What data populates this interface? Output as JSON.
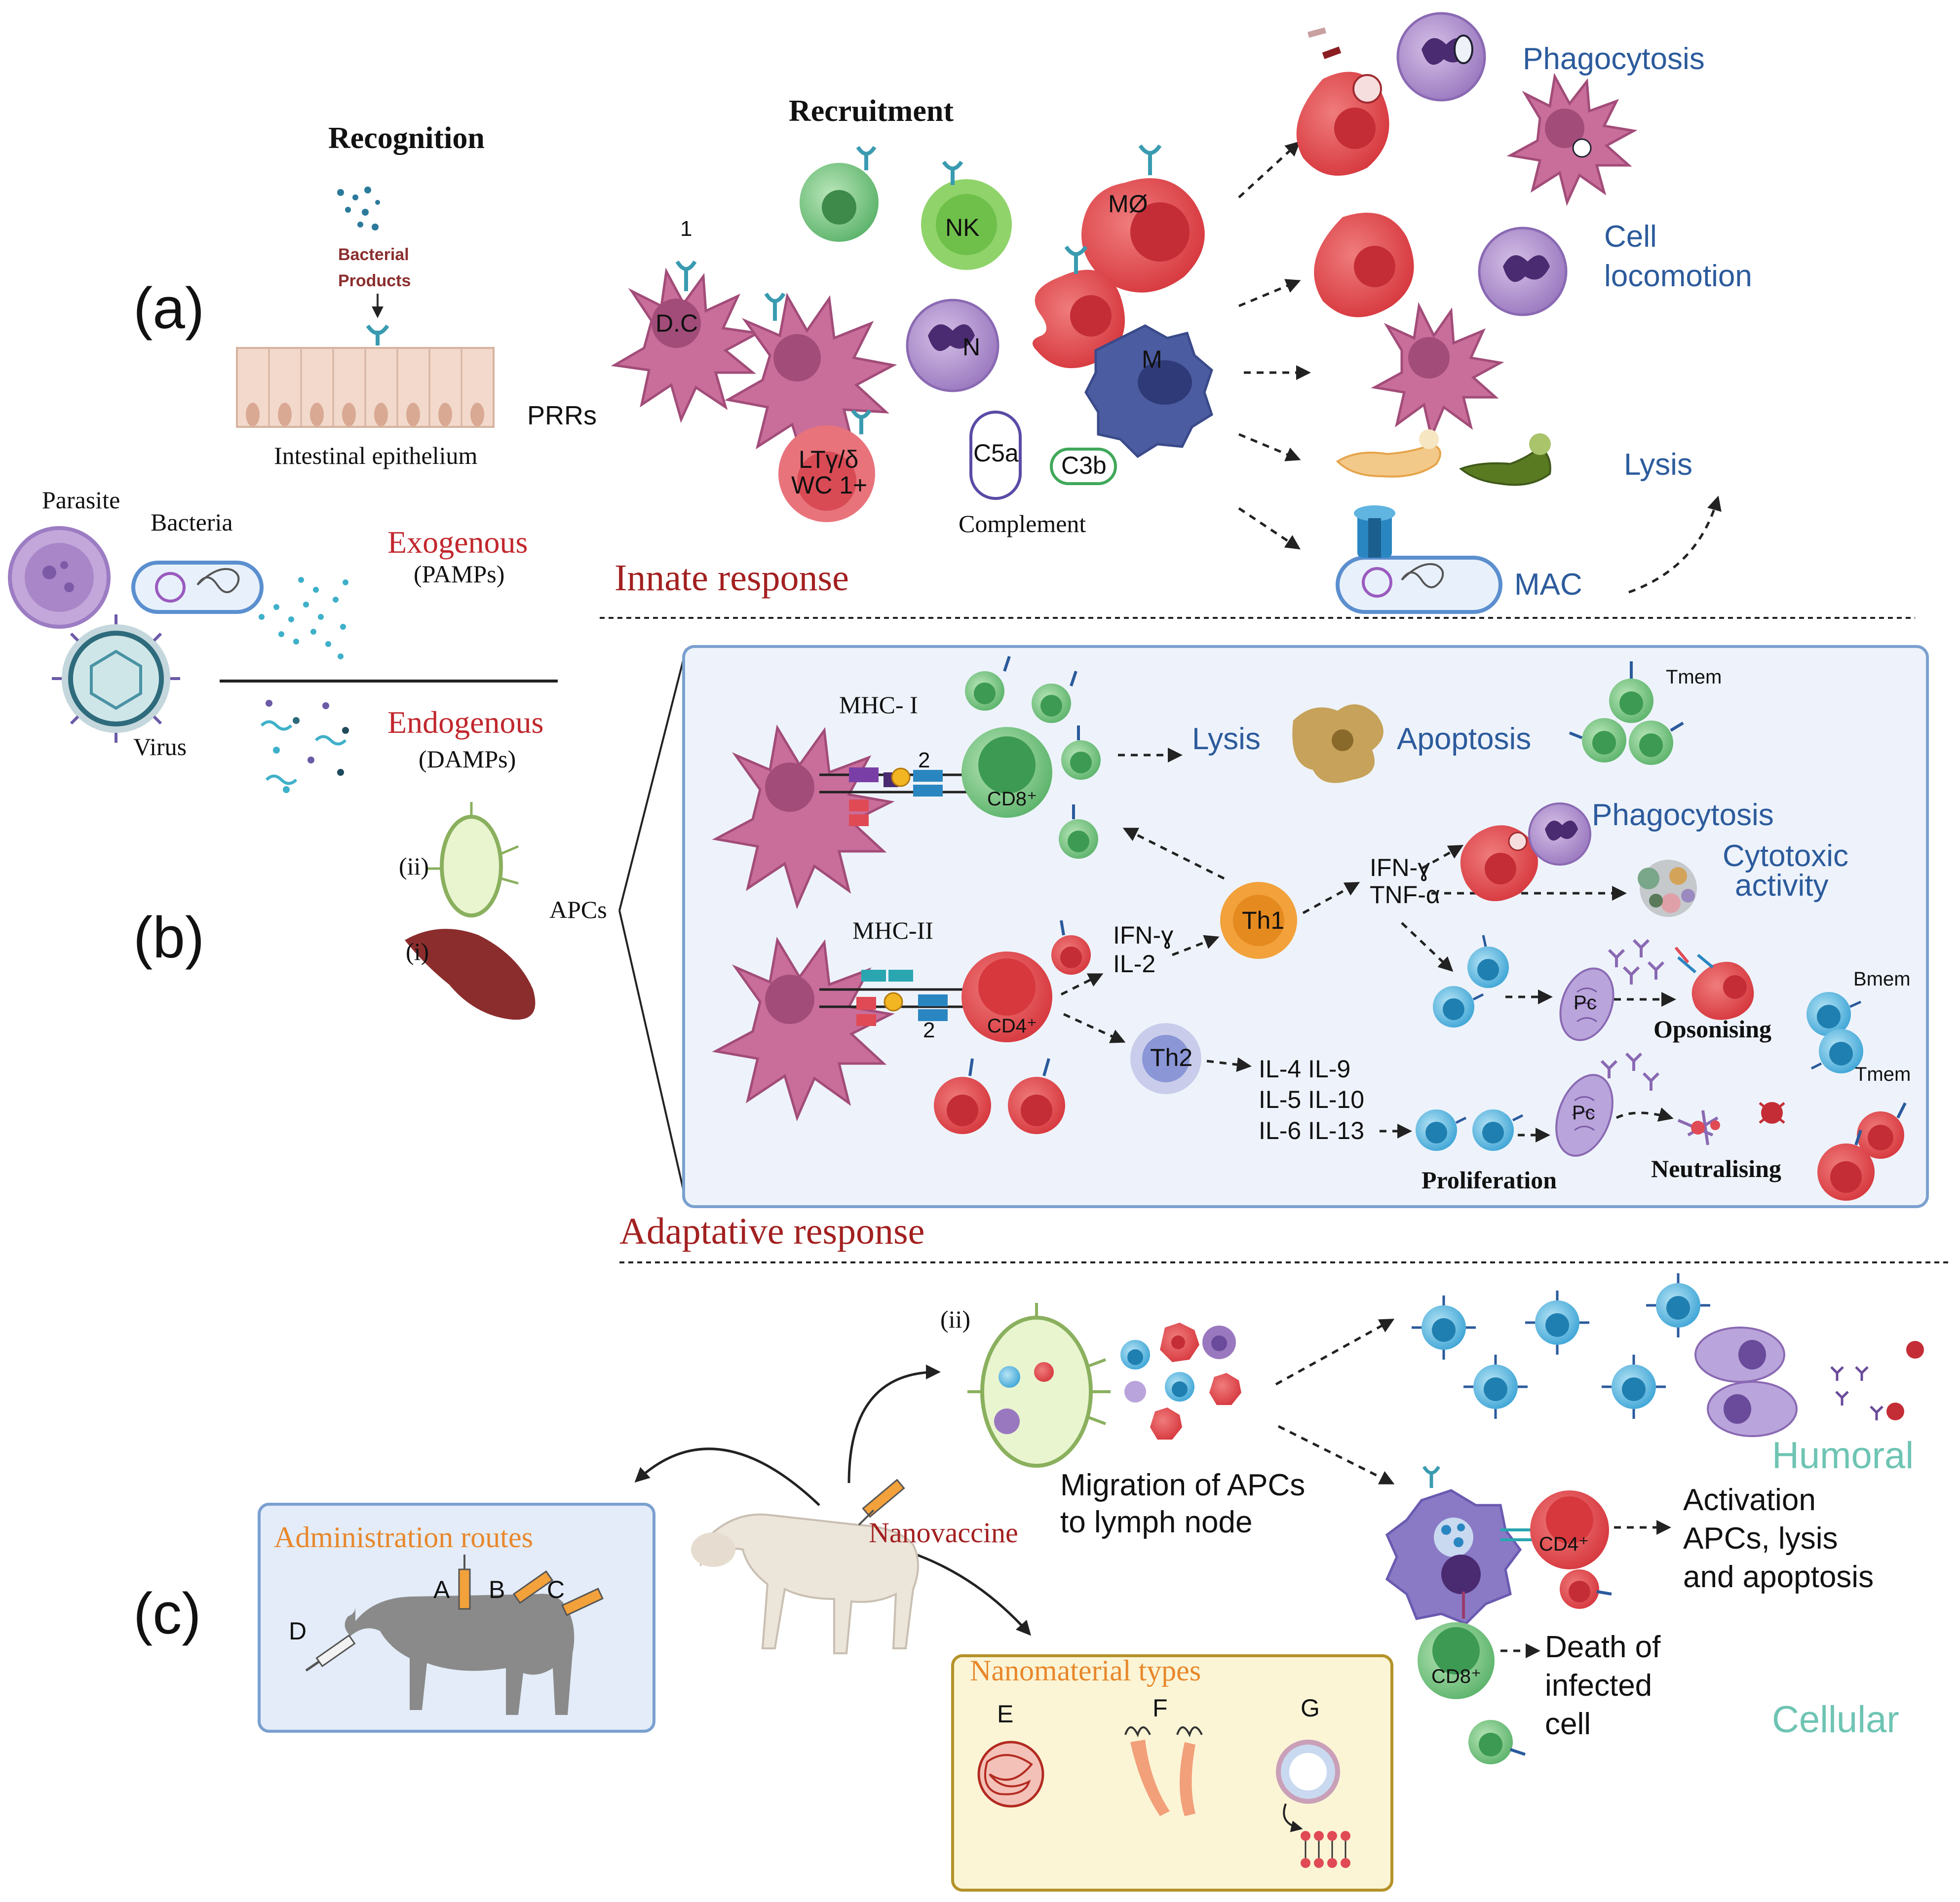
{
  "panels": {
    "a": "(a)",
    "b": "(b)",
    "c": "(c)"
  },
  "panel_a": {
    "recognition": "Recognition",
    "bacterial_products_line1": "Bacterial",
    "bacterial_products_line2": "Products",
    "intestinal_epithelium": "Intestinal epithelium",
    "parasite": "Parasite",
    "bacteria": "Bacteria",
    "virus": "Virus",
    "exogenous": "Exogenous",
    "pamps": "(PAMPs)",
    "endogenous": "Endogenous",
    "damps": "(DAMPs)",
    "prrs": "PRRs",
    "recruitment": "Recruitment",
    "marker_1": "1",
    "cells": {
      "dc": "D.C",
      "nk": "NK",
      "mo": "MØ",
      "n": "N",
      "m": "M",
      "lt_line1": "LTγ/δ",
      "lt_line2": "WC 1+",
      "c5a": "C5a",
      "c3b": "C3b"
    },
    "complement": "Complement",
    "phagocytosis": "Phagocytosis",
    "cell_locomotion_line1": "Cell",
    "cell_locomotion_line2": "locomotion",
    "lysis": "Lysis",
    "mac": "MAC",
    "innate_response": "Innate response"
  },
  "panel_b": {
    "apcs": "APCs",
    "organ_ii": "(ii)",
    "organ_i": "(i)",
    "mhc1": "MHC- I",
    "mhc2": "MHC-II",
    "marker_2a": "2",
    "marker_2b": "2",
    "cd8": "CD8⁺",
    "cd4": "CD4⁺",
    "lysis": "Lysis",
    "apoptosis": "Apoptosis",
    "tmem_top": "Tmem",
    "th1": "Th1",
    "th2": "Th2",
    "ifn_il2_line1": "IFN-ɣ",
    "ifn_il2_line2": "IL-2",
    "ifn_tnf_line1": "IFN-ɣ",
    "ifn_tnf_line2": "TNF-α",
    "phagocytosis": "Phagocytosis",
    "cytotoxic_line1": "Cytotoxic",
    "cytotoxic_line2": "activity",
    "pc": "Pc",
    "opsonising": "Opsonising",
    "bmem": "Bmem",
    "tmem_bottom": "Tmem",
    "il_line1": "IL-4  IL-9",
    "il_line2": "IL-5  IL-10",
    "il_line3": "IL-6  IL-13",
    "proliferation": "Proliferation",
    "neutralising": "Neutralising",
    "adaptative_response": "Adaptative response"
  },
  "panel_c": {
    "lymph_ii": "(ii)",
    "migration_line1": "Migration of APCs",
    "migration_line2": "to lymph node",
    "humoral": "Humoral",
    "cellular": "Cellular",
    "activation_line1": "Activation",
    "activation_line2": "APCs, lysis",
    "activation_line3": "and  apoptosis",
    "death_line1": "Death of",
    "death_line2": "infected",
    "death_line3": "cell",
    "cd4": "CD4⁺",
    "cd8": "CD8⁺",
    "nanovaccine": "Nanovaccine",
    "administration_routes": "Administration routes",
    "route_a": "A",
    "route_b": "B",
    "route_c": "C",
    "route_d": "D",
    "nanomaterial_types": "Nanomaterial types",
    "type_e": "E",
    "type_f": "F",
    "type_g": "G"
  }
}
